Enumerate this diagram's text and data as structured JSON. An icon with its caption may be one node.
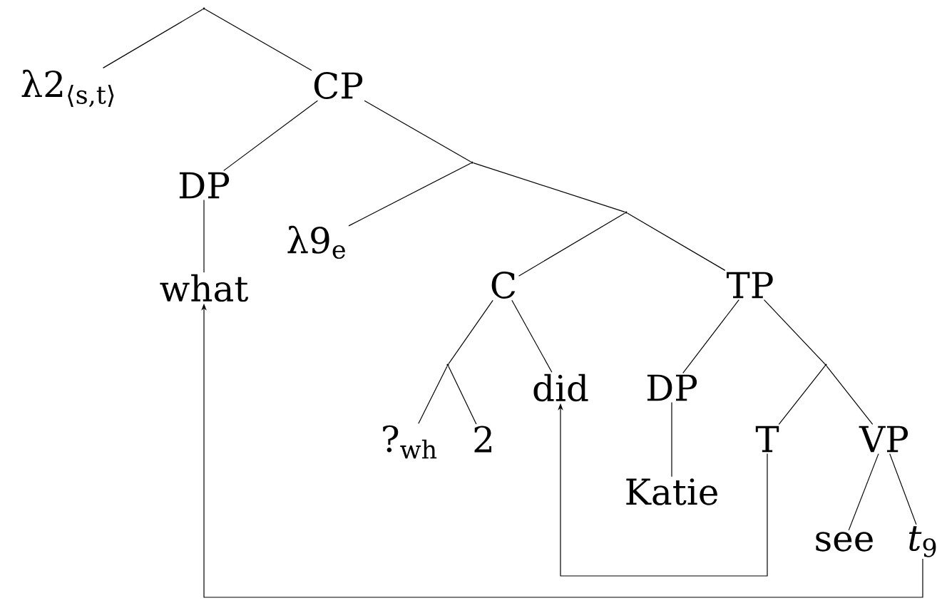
{
  "diagram": {
    "nodes": [
      {
        "text": [],
        "shape": "point"
      },
      {
        "text": [
          "λ2$_{⟨s,t⟩}$"
        ]
      },
      {
        "text": [
          "CP"
        ]
      },
      {
        "text": [
          "DP"
        ]
      },
      {
        "text": [
          "what"
        ]
      },
      {
        "text": [],
        "shape": "point"
      },
      {
        "text": [
          "λ9$_{e}$"
        ]
      },
      {
        "text": [],
        "shape": "point"
      },
      {
        "text": [
          "C"
        ]
      },
      {
        "text": [
          "TP"
        ]
      },
      {
        "text": [],
        "shape": "point"
      },
      {
        "text": [
          "?$_{wh}$"
        ]
      },
      {
        "text": [
          "2"
        ]
      },
      {
        "text": [
          "did"
        ]
      },
      {
        "text": [
          "DP"
        ]
      },
      {
        "text": [
          "Katie"
        ]
      },
      {
        "text": [],
        "shape": "point"
      },
      {
        "text": [
          "T"
        ]
      },
      {
        "text": [
          "VP"
        ]
      },
      {
        "text": [
          "see"
        ]
      },
      {
        "text": [
          "*t*$_{9}$"
        ]
      }
    ],
    "edges": [
      {
        "from": 0,
        "to": 1,
        "arrow": "none"
      },
      {
        "from": 0,
        "to": 2,
        "arrow": "none"
      },
      {
        "from": 2,
        "to": 3,
        "arrow": "none"
      },
      {
        "from": 2,
        "to": 5,
        "arrow": "none"
      },
      {
        "from": 3,
        "to": 4,
        "arrow": "none"
      },
      {
        "from": 5,
        "to": 6,
        "arrow": "none"
      },
      {
        "from": 5,
        "to": 7,
        "arrow": "none"
      },
      {
        "from": 7,
        "to": 8,
        "arrow": "none"
      },
      {
        "from": 7,
        "to": 9,
        "arrow": "none"
      },
      {
        "from": 8,
        "to": 10,
        "arrow": "none"
      },
      {
        "from": 8,
        "to": 13,
        "arrow": "none"
      },
      {
        "from": 10,
        "to": 11,
        "arrow": "none"
      },
      {
        "from": 10,
        "to": 12,
        "arrow": "none"
      },
      {
        "from": 9,
        "to": 14,
        "arrow": "none"
      },
      {
        "from": 9,
        "to": 16,
        "arrow": "none"
      },
      {
        "from": 14,
        "to": 15,
        "arrow": "none"
      },
      {
        "from": 16,
        "to": 17,
        "arrow": "none"
      },
      {
        "from": 16,
        "to": 18,
        "arrow": "none"
      },
      {
        "from": 18,
        "to": 19,
        "arrow": "none"
      },
      {
        "from": 18,
        "to": 20,
        "arrow": "none"
      },
      {
        "from": 20,
        "to": 4,
        "arrow": "to"
      },
      {
        "from": 17,
        "to": 13,
        "arrow": "to"
      }
    ]
  }
}
